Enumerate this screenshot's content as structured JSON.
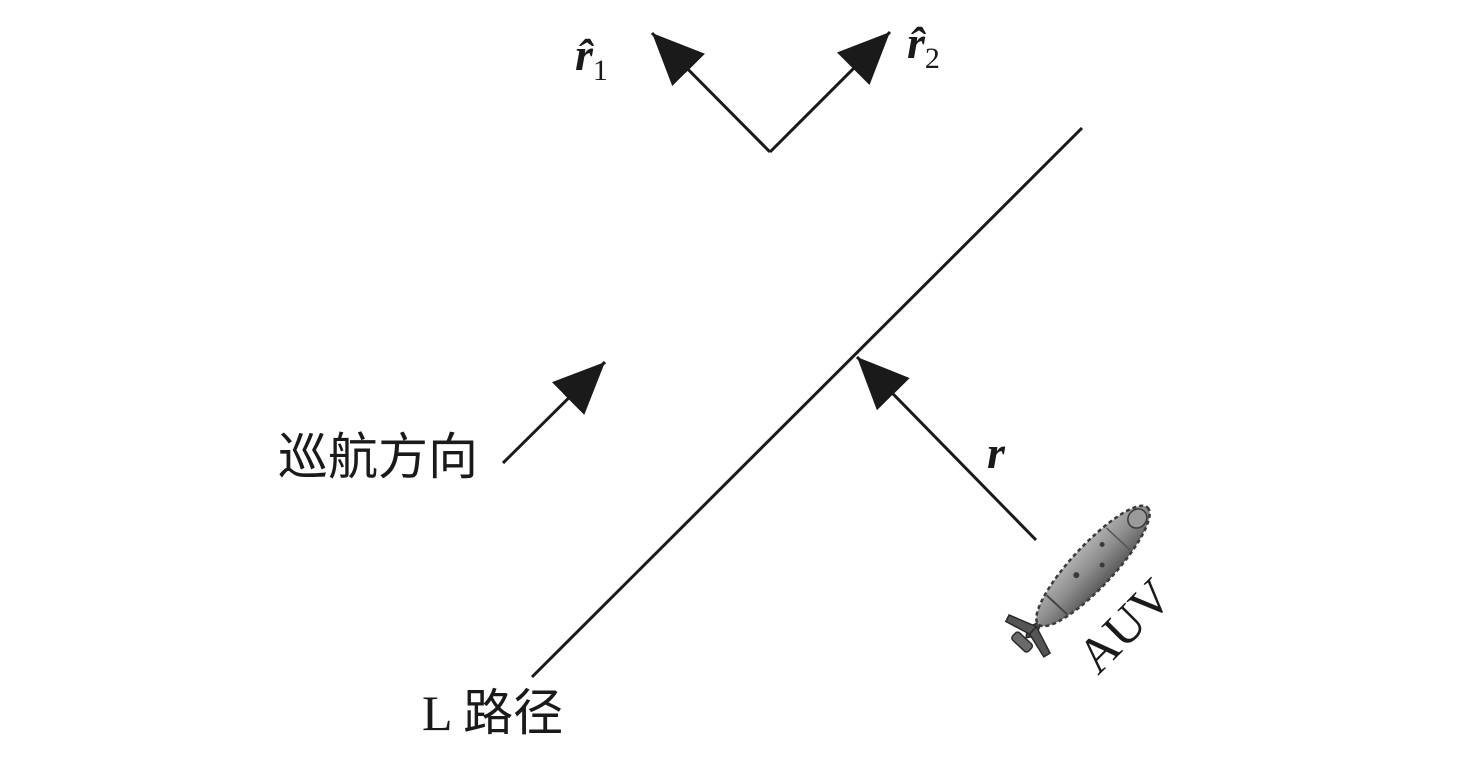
{
  "labels": {
    "r_hat_1": {
      "base": "r̂",
      "sub": "1"
    },
    "r_hat_2": {
      "base": "r̂",
      "sub": "2"
    },
    "cruise_direction": "巡航方向",
    "r_vector": "r",
    "auv": "AUV",
    "path": "L 路径"
  },
  "colors": {
    "stroke": "#1a1a1a",
    "auv_body": "#8c8c8c",
    "auv_outline": "#3a3a3a"
  }
}
